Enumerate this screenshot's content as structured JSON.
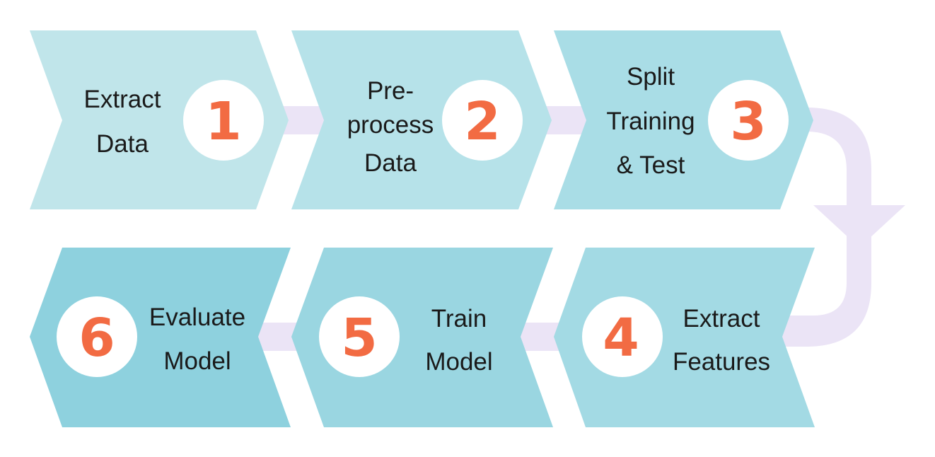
{
  "colors": {
    "connector": "#ebe4f6",
    "number": "#f26b43",
    "step_fills": [
      "#c0e5ea",
      "#b6e2e9",
      "#a9dde6",
      "#a3dae4",
      "#9ad6e1",
      "#8ed1de"
    ]
  },
  "steps": [
    {
      "number": "1",
      "lines": [
        "Extract",
        "Data"
      ]
    },
    {
      "number": "2",
      "lines": [
        "Pre-",
        "process",
        "Data"
      ]
    },
    {
      "number": "3",
      "lines": [
        "Split",
        "Training",
        "& Test"
      ]
    },
    {
      "number": "4",
      "lines": [
        "Extract",
        "Features"
      ]
    },
    {
      "number": "5",
      "lines": [
        "Train",
        "Model"
      ]
    },
    {
      "number": "6",
      "lines": [
        "Evaluate",
        "Model"
      ]
    }
  ]
}
